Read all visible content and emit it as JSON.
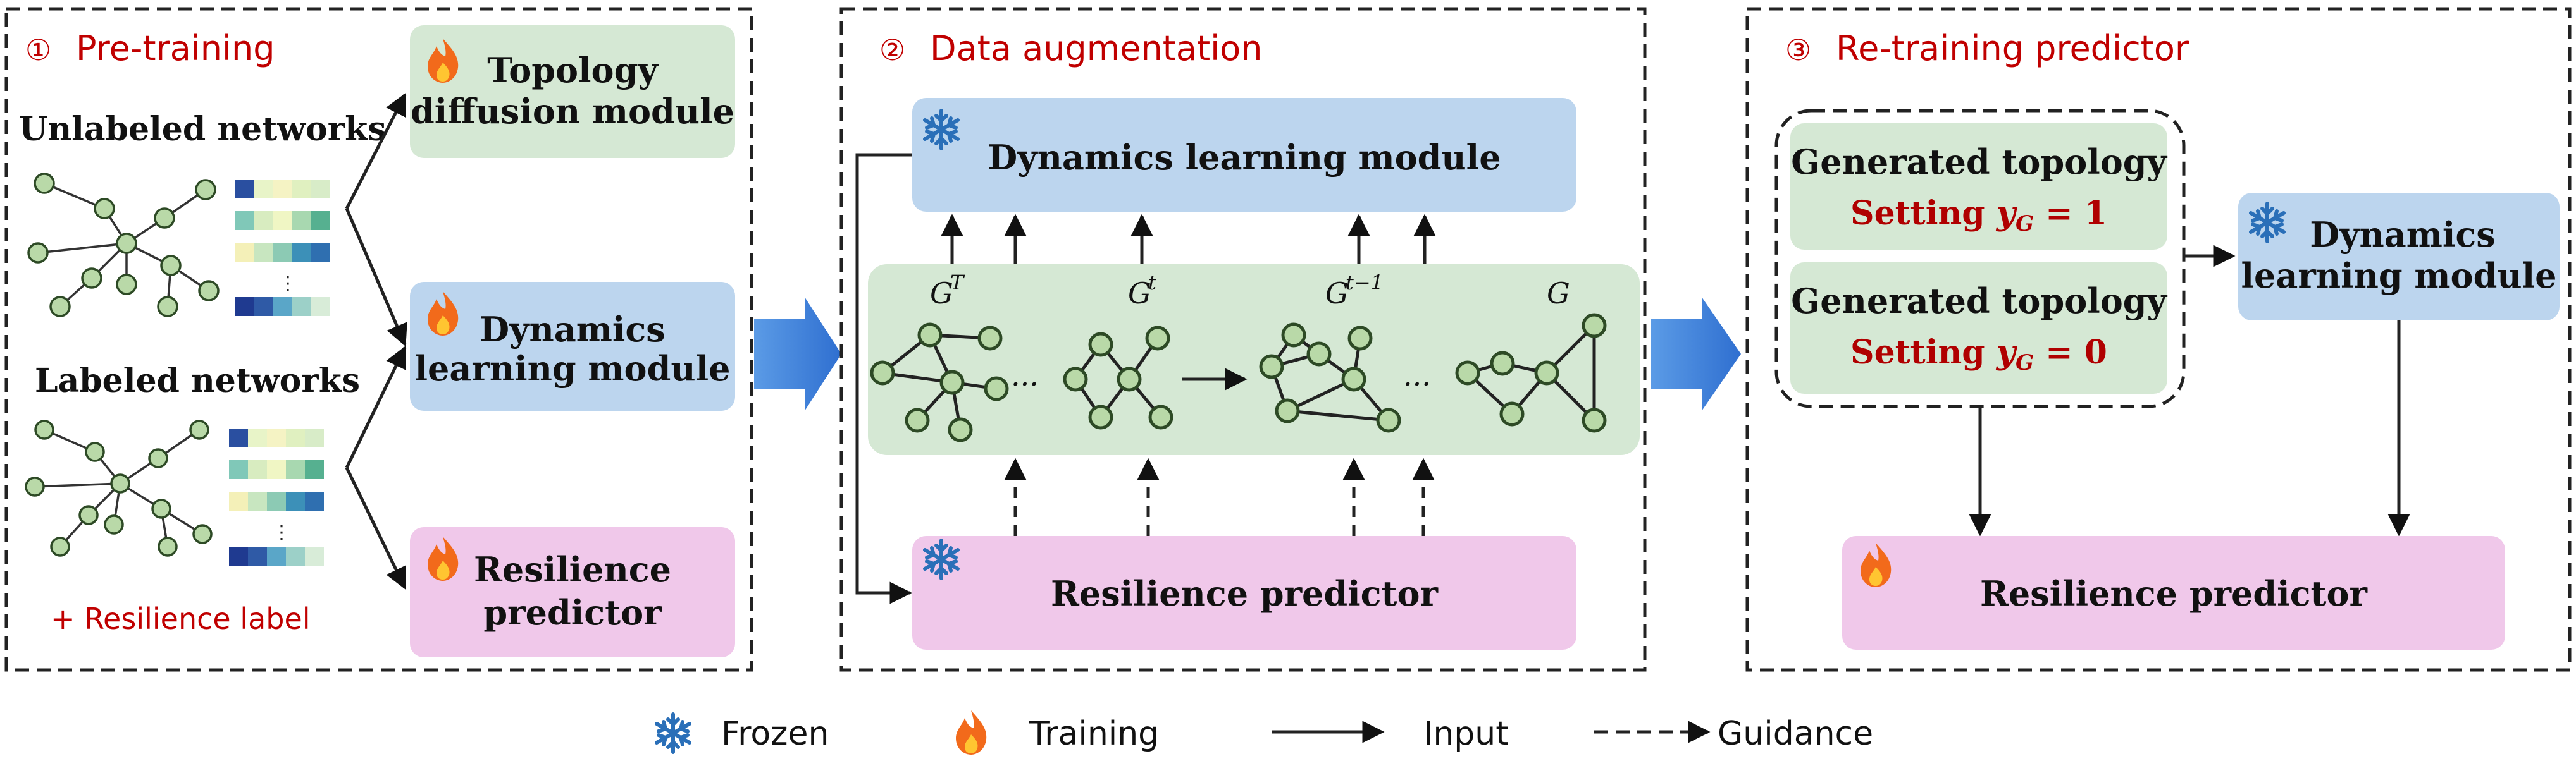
{
  "panels": {
    "pretraining": {
      "number": "①",
      "title": "Pre-training",
      "unlabeled": "Unlabeled networks",
      "labeled": "Labeled networks",
      "label_note": "+ Resilience label",
      "modules": [
        "Topology",
        "diffusion module",
        "Dynamics",
        "learning module",
        "Resilience",
        "predictor"
      ]
    },
    "augmentation": {
      "number": "②",
      "title": "Data augmentation",
      "top_module": "Dynamics learning module",
      "bottom_module": "Resilience predictor",
      "graphs": [
        {
          "base": "G",
          "sup": "T"
        },
        {
          "base": "G",
          "sup": "t"
        },
        {
          "base": "G",
          "sup": "t−1"
        },
        {
          "base": "G",
          "sup": ""
        }
      ],
      "ellipsis": "..."
    },
    "retraining": {
      "number": "③",
      "title": "Re-training predictor",
      "gen1": "Generated topology",
      "set1_word": "Setting",
      "set1_eq": "= 1",
      "gen2": "Generated topology",
      "set2_word": "Setting",
      "set2_eq": "= 0",
      "var_y": "y",
      "var_sub": "G",
      "dyn1": "Dynamics",
      "dyn2": "learning module",
      "predictor": "Resilience predictor"
    }
  },
  "legend": {
    "frozen": "Frozen",
    "training": "Training",
    "input": "Input",
    "guidance": "Guidance"
  },
  "colors": {
    "green_box": "#d5e8d4",
    "blue_box": "#bcd5ee",
    "pink_box": "#f0c8ea",
    "big_arrow": "#3d7fd9",
    "title_red": "#c00000"
  }
}
